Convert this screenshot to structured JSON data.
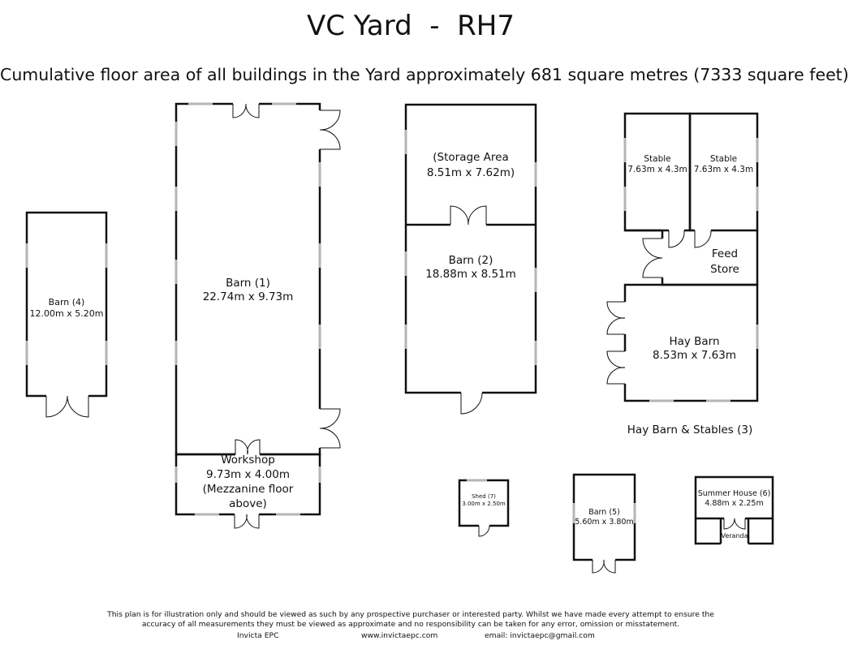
{
  "title": "VC Yard  -  RH7",
  "subtitle": "Cumulative floor area of all buildings in the Yard approximately 681 square metres (7333 square feet)",
  "rooms": {
    "barn1": {
      "name": "Barn (1)",
      "dims": "22.74m x 9.73m"
    },
    "workshop": {
      "name": "Workshop",
      "dims": "9.73m x 4.00m",
      "note1": "(Mezzanine floor",
      "note2": "above)"
    },
    "storage": {
      "name": "(Storage Area",
      "dims": "8.51m x 7.62m)"
    },
    "barn2": {
      "name": "Barn (2)",
      "dims": "18.88m x 8.51m"
    },
    "stable_a": {
      "name": "Stable",
      "dims": "7.63m x 4.3m"
    },
    "stable_b": {
      "name": "Stable",
      "dims": "7.63m x 4.3m"
    },
    "feed_store": {
      "line1": "Feed",
      "line2": "Store"
    },
    "hay_barn": {
      "name": "Hay Barn",
      "dims": "8.53m x 7.63m"
    },
    "hay_group": {
      "name": "Hay Barn & Stables (3)"
    },
    "barn4": {
      "name": "Barn (4)",
      "dims": "12.00m x 5.20m"
    },
    "shed7": {
      "name": "Shed (7)",
      "dims": "3.00m x 2.50m"
    },
    "barn5": {
      "name": "Barn (5)",
      "dims": "5.60m x 3.80m"
    },
    "summer_house": {
      "name": "Summer House (6)",
      "dims": "4.88m x 2.25m",
      "veranda": "Veranda"
    }
  },
  "footer": {
    "disclaimer1": "This plan is for illustration only and should be viewed as such by any prospective purchaser or interested party. Whilst we have made every attempt to ensure the",
    "disclaimer2": "accuracy of all measurements they must be viewed as approximate and no responsibility can be taken for any error, omission or misstatement.",
    "company": "Invicta EPC",
    "website": "www.invictaepc.com",
    "email": "email: invictaepc@gmail.com"
  }
}
